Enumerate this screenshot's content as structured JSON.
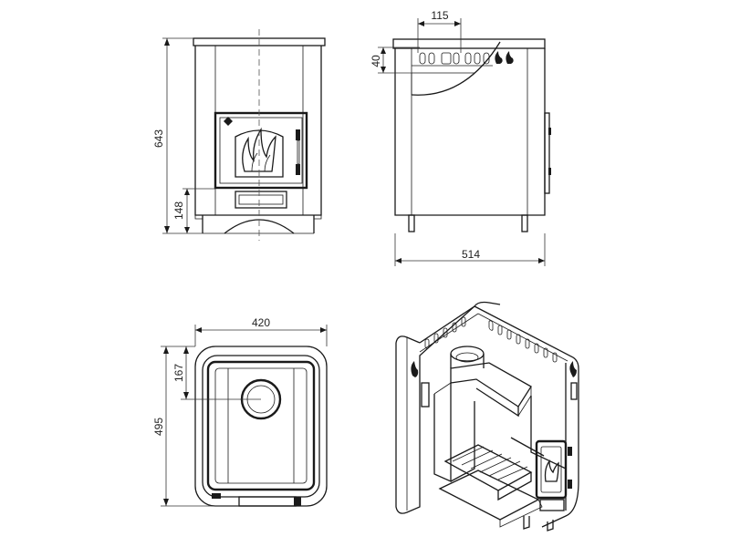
{
  "dimensions": {
    "front_height": "643",
    "front_door_base": "148",
    "side_top_width": "115",
    "side_top_height": "40",
    "side_depth": "514",
    "plan_width": "420",
    "plan_depth": "495",
    "plan_chimney_offset": "167"
  },
  "colors": {
    "line": "#1a1a1a",
    "background": "#ffffff"
  }
}
